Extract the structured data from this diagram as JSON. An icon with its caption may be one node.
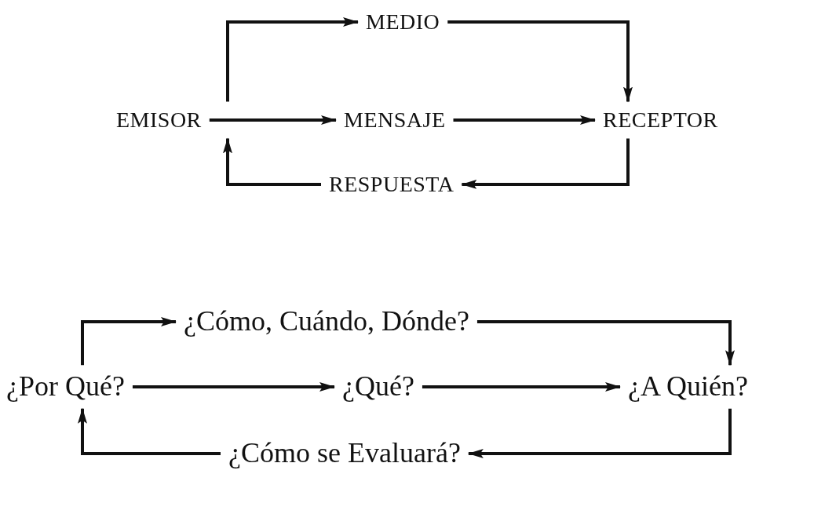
{
  "diagram": {
    "nodes": [
      {
        "text": [
          "MEDIO"
        ]
      },
      {
        "text": [
          "EMISOR"
        ]
      },
      {
        "text": [
          "MENSAJE"
        ]
      },
      {
        "text": [
          "RECEPTOR"
        ]
      },
      {
        "text": [
          "RESPUESTA"
        ]
      },
      {
        "text": [
          "¿Cómo, Cuándo, Dónde?"
        ]
      },
      {
        "text": [
          "¿Por Qué?"
        ]
      },
      {
        "text": [
          "¿Qué?"
        ]
      },
      {
        "text": [
          "¿A Quién?"
        ]
      },
      {
        "text": [
          "¿Cómo se Evaluará?"
        ]
      }
    ],
    "edges": [
      {
        "from": 1,
        "to": 0,
        "arrow": "to"
      },
      {
        "from": 0,
        "to": 3,
        "arrow": "to"
      },
      {
        "from": 1,
        "to": 2,
        "arrow": "to"
      },
      {
        "from": 2,
        "to": 3,
        "arrow": "to"
      },
      {
        "from": 3,
        "to": 4,
        "arrow": "to"
      },
      {
        "from": 4,
        "to": 1,
        "arrow": "to"
      },
      {
        "from": 6,
        "to": 5,
        "arrow": "to"
      },
      {
        "from": 5,
        "to": 8,
        "arrow": "to"
      },
      {
        "from": 6,
        "to": 7,
        "arrow": "to"
      },
      {
        "from": 7,
        "to": 8,
        "arrow": "to"
      },
      {
        "from": 8,
        "to": 9,
        "arrow": "to"
      },
      {
        "from": 9,
        "to": 6,
        "arrow": "to"
      }
    ]
  }
}
